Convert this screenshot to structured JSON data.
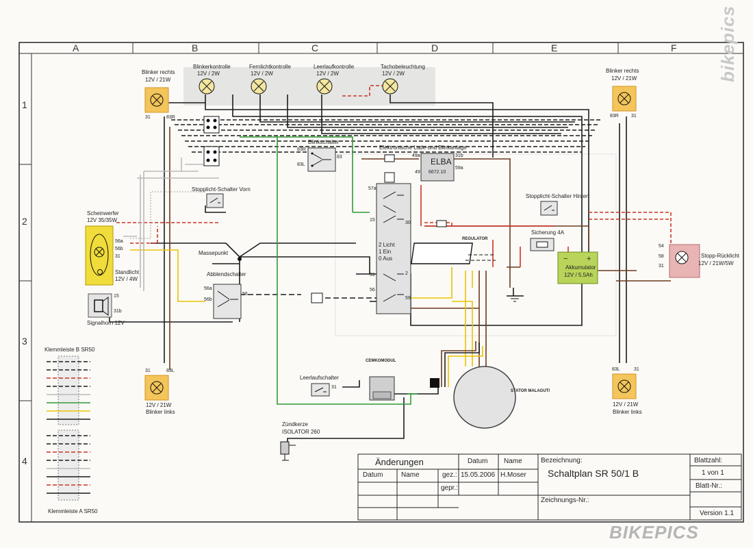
{
  "grid": {
    "columns": [
      "A",
      "B",
      "C",
      "D",
      "E",
      "F"
    ],
    "rows": [
      "1",
      "2",
      "3",
      "4"
    ]
  },
  "lamps": {
    "blinker_rechts_left": {
      "name": "Blinker rechts",
      "rating": "12V / 21W",
      "pin1": "31",
      "pin2": "83R"
    },
    "blinkerkontrolle": {
      "name": "Blinkerkontrolle",
      "rating": "12V / 2W"
    },
    "fernlichtkontrolle": {
      "name": "Fernlichtkontrolle",
      "rating": "12V / 2W"
    },
    "leerlaufkontrolle": {
      "name": "Leerlaufkontrolle",
      "rating": "12V / 2W"
    },
    "tachobeleuchtung": {
      "name": "Tachobeleuchtung",
      "rating": "12V / 2W"
    },
    "blinker_rechts_right": {
      "name": "Blinker rechts",
      "rating": "12V / 21W",
      "pin1": "83R",
      "pin2": "31"
    },
    "blinker_links_left": {
      "name": "Blinker links",
      "rating": "12V / 21W",
      "pin1": "31",
      "pin2": "83L"
    },
    "blinker_links_right": {
      "name": "Blinker links",
      "rating": "12V / 21W",
      "pin1": "83L",
      "pin2": "31"
    }
  },
  "components": {
    "scheinwerfer": {
      "name": "Scheinwerfer",
      "rating": "12V 35/35W",
      "standlicht": "Standlicht",
      "standlicht_rating": "12V / 4W",
      "pins": [
        "56a",
        "56b",
        "31"
      ]
    },
    "signalhorn": {
      "name": "Signalhorn 12V",
      "pins": [
        "15",
        "31b"
      ]
    },
    "blinkschalter": {
      "name": "Blinkschalter",
      "pins": [
        "83R",
        "83L",
        "83"
      ]
    },
    "stopplicht_vorn": {
      "name": "Stopplicht-Schalter Vorn"
    },
    "stopplicht_hinten": {
      "name": "Stopplicht-Schalter Hinten"
    },
    "elba": {
      "title": "Elektronische Lade-und Blinkanlage",
      "name": "ELBA",
      "part": "6672.10",
      "pins": [
        "49a",
        "49",
        "31b",
        "59a"
      ]
    },
    "zuendschloss": {
      "states": [
        "2 Licht",
        "1 Ein",
        "0 Aus"
      ],
      "pins": [
        "57a",
        "15",
        "30",
        "31",
        "2",
        "56",
        "59"
      ]
    },
    "masse": {
      "name": "Massepunkt"
    },
    "abblendschalter": {
      "name": "Abblendschalter",
      "pins": [
        "56a",
        "56b",
        "56"
      ]
    },
    "regulator": {
      "name": "REGULATOR"
    },
    "sicherung": {
      "name": "Sicherung 4A"
    },
    "akku": {
      "line1": "Akkumulator",
      "line2": "12V / 5,5Ah",
      "plus": "+",
      "minus": "−"
    },
    "stopp_ruecklicht": {
      "name": "Stopp-Rücklicht",
      "rating": "12V / 21W/5W",
      "pins": [
        "54",
        "58",
        "31"
      ]
    },
    "leerlaufschalter": {
      "name": "Leerlaufschalter",
      "pin": "31"
    },
    "cdi": {
      "name": "CEMKOMODUL"
    },
    "stator": {
      "name": "STATOR MALAGUTI"
    },
    "zuendkerze": {
      "name": "Zündkerze",
      "part": "ISOLATOR 260"
    },
    "klemmleiste_b": {
      "name": "Klemmleiste B SR50"
    },
    "klemmleiste_a": {
      "name": "Klemmleiste A SR50"
    }
  },
  "title_block": {
    "aenderungen": "Änderungen",
    "datum_h": "Datum",
    "name_h": "Name",
    "datum_col": "Datum",
    "name_col": "Name",
    "gez": "gez.:",
    "gez_datum": "15.05.2006",
    "gez_name": "H.Moser",
    "gepr": "gepr.:",
    "bezeichnung_label": "Bezeichnung:",
    "bezeichnung": "Schaltplan SR 50/1 B",
    "zeichnungs_nr": "Zeichnungs-Nr.:",
    "blattzahl_label": "Blattzahl:",
    "blattzahl": "1 von 1",
    "blatt_nr": "Blatt-Nr.:",
    "version": "Version 1.1"
  },
  "watermark": {
    "brand": "BIKEPICS",
    "small": "bikepics"
  },
  "colors": {
    "black": "#1b1b1b",
    "brown": "#6b3a1f",
    "green": "#2f9a34",
    "yellow": "#e9c400",
    "red": "#cc3322",
    "grey": "#b9b9b9",
    "lamp": "#f3c55a",
    "lamp_border": "#d6931d"
  }
}
